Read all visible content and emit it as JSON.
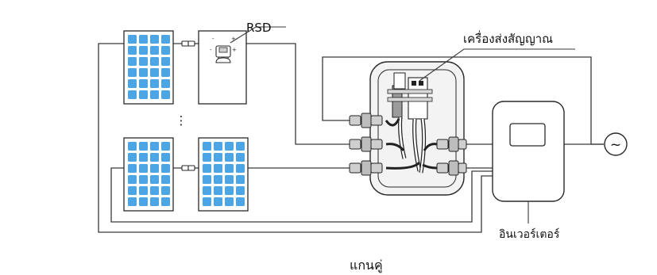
{
  "labels": {
    "rsd": "RSD",
    "transmitter": "เครื่องส่งสัญญาณ",
    "inverter": "อินเวอร์เตอร์",
    "caption": "แกนคู่",
    "ellipsis": "⋮",
    "ac_symbol": "~"
  },
  "colors": {
    "panel_cell": "#4ca6e6",
    "panel_frame": "#2a2a2a",
    "line": "#3a3a3a",
    "enclosure_fill": "#f3f3f3"
  },
  "icons": [
    "solar-panel-icon",
    "rsd-device-icon",
    "connector-icon",
    "inverter-icon",
    "ac-source-icon"
  ]
}
